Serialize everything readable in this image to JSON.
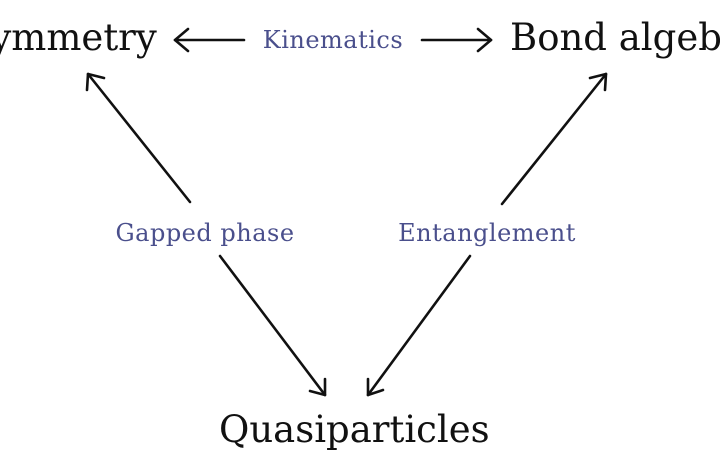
{
  "nodes": {
    "symmetry": "Symmetry",
    "bond_algebra": "Bond algebra",
    "quasiparticles": "Quasiparticles"
  },
  "edges": {
    "kinematics": "Kinematics",
    "gapped_phase": "Gapped phase",
    "entanglement": "Entanglement"
  },
  "colors": {
    "node_text": "#111111",
    "edge_label": "#4a4f8c",
    "arrow": "#111111",
    "background": "#ffffff"
  }
}
